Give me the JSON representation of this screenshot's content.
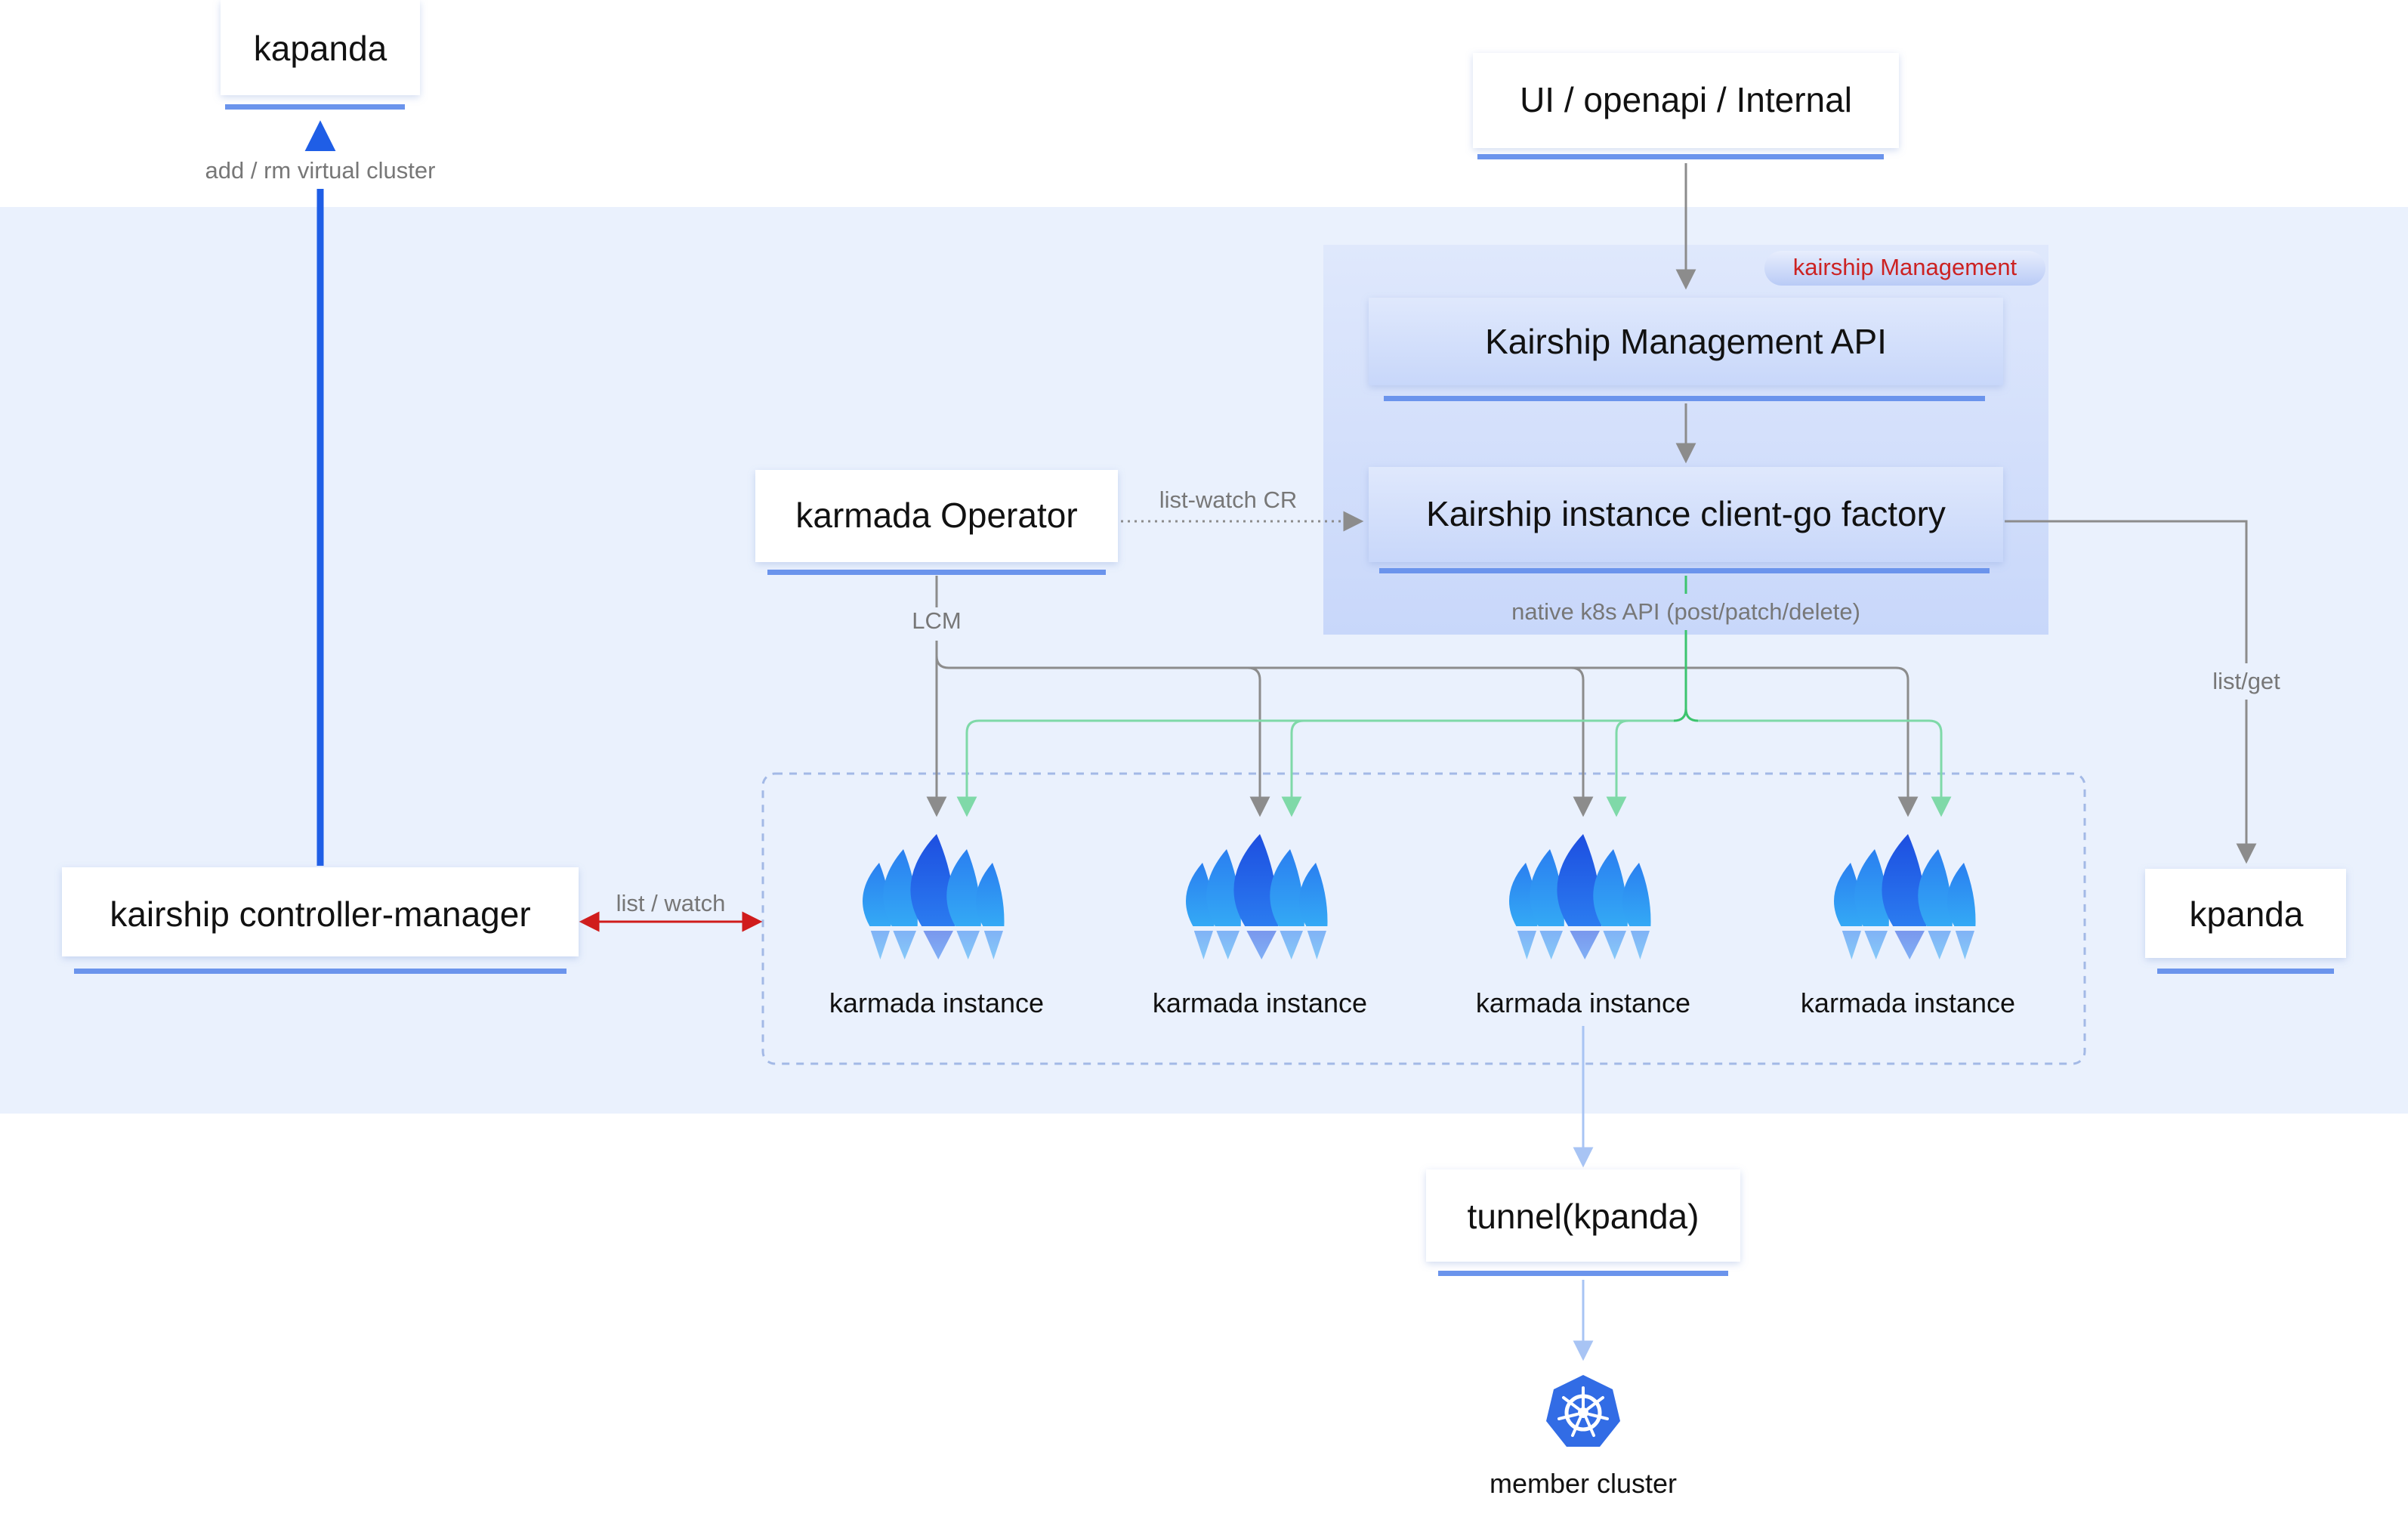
{
  "boxes": {
    "kapanda_top": "kapanda",
    "ui_openapi": "UI / openapi / Internal",
    "mgmt_api": "Kairship Management API",
    "client_factory": "Kairship instance client-go factory",
    "karmada_operator": "karmada Operator",
    "controller_manager": "kairship controller-manager",
    "kpanda_right": "kpanda",
    "tunnel": "tunnel(kpanda)"
  },
  "badges": {
    "management": "kairship Management"
  },
  "edge_labels": {
    "add_rm": "add / rm virtual cluster",
    "list_watch_cr": "list-watch CR",
    "lcm": "LCM",
    "native_api": "native k8s API (post/patch/delete)",
    "list_get": "list/get",
    "list_watch": "list / watch"
  },
  "instances": [
    {
      "label": "karmada instance"
    },
    {
      "label": "karmada instance"
    },
    {
      "label": "karmada instance"
    },
    {
      "label": "karmada instance"
    }
  ],
  "member_cluster": "member cluster",
  "colors": {
    "band": "#eaf1fd",
    "management_panel": "#d3e0fb",
    "box_underline": "#6b94ec",
    "gray_arrow": "#8c8c8c",
    "green_arrow": "#7fd9a8",
    "native_api_green": "#3cc46e",
    "blue_arrow": "#1f5ee6",
    "red_arrow": "#d01c1c",
    "tunnel_arrow": "#a8c4f4",
    "badge_text": "#cc2222",
    "k8s_blue": "#326ce5"
  },
  "icons": {
    "instance_icon": "karmada-sails-icon",
    "member_icon": "kubernetes-helm-icon"
  }
}
